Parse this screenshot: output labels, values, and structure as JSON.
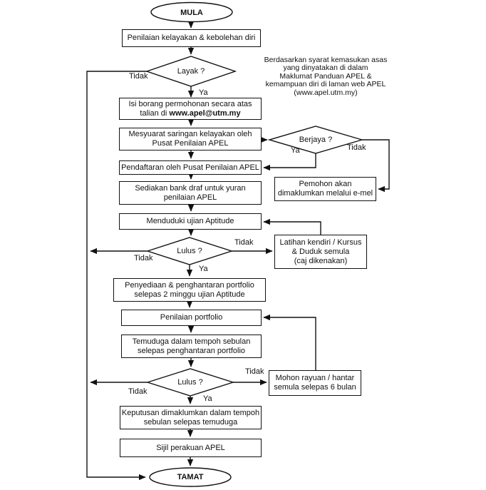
{
  "flowchart": {
    "start_label": "MULA",
    "end_label": "TAMAT",
    "decision_labels": {
      "ya": "Ya",
      "tidak": "Tidak"
    },
    "decisions": {
      "layak": "Layak ?",
      "berjaya": "Berjaya ?",
      "lulus1": "Lulus ?",
      "lulus2": "Lulus ?"
    },
    "processes": {
      "penilaian_diri": {
        "lines": [
          "Penilaian kelayakan & kebolehan diri"
        ]
      },
      "isi_borang": {
        "line1": "Isi borang permohonan secara atas",
        "line2_prefix": "talian di ",
        "line2_bold": "www.apel@utm.my"
      },
      "mesyuarat": {
        "lines": [
          "Mesyuarat saringan kelayakan oleh",
          "Pusat Penilaian APEL"
        ]
      },
      "pendaftaran": {
        "lines": [
          "Pendaftaran oleh Pusat Penilaian APEL"
        ]
      },
      "bank_draf": {
        "lines": [
          "Sediakan bank draf untuk yuran",
          "penilaian APEL"
        ]
      },
      "ujian_aptitude": {
        "lines": [
          "Menduduki ujian Aptitude"
        ]
      },
      "penyediaan_portfolio": {
        "lines": [
          "Penyediaan & penghantaran portfolio",
          "selepas 2 minggu ujian Aptitude"
        ]
      },
      "penilaian_portfolio": {
        "lines": [
          "Penilaian portfolio"
        ]
      },
      "temuduga": {
        "lines": [
          "Temuduga dalam tempoh sebulan",
          "selepas penghantaran portfolio"
        ]
      },
      "keputusan": {
        "lines": [
          "Keputusan dimaklumkan dalam tempoh",
          "sebulan selepas temuduga"
        ]
      },
      "sijil": {
        "lines": [
          "Sijil perakuan APEL"
        ]
      },
      "pemohon_email": {
        "lines": [
          "Pemohon akan",
          "dimaklumkan melalui e-mel"
        ]
      },
      "latihan": {
        "lines": [
          "Latihan kendiri / Kursus",
          "& Duduk semula",
          "(caj dikenakan)"
        ]
      },
      "mohon_rayuan": {
        "lines": [
          "Mohon rayuan / hantar",
          "semula selepas 6 bulan"
        ]
      }
    },
    "note": {
      "lines": [
        "Berdasarkan syarat kemasukan asas",
        "yang dinyatakan di dalam",
        "Maklumat Panduan APEL &",
        "kemampuan diri di laman web APEL",
        "(www.apel.utm.my)"
      ]
    },
    "colors": {
      "line": "#111111",
      "background": "#ffffff"
    }
  }
}
